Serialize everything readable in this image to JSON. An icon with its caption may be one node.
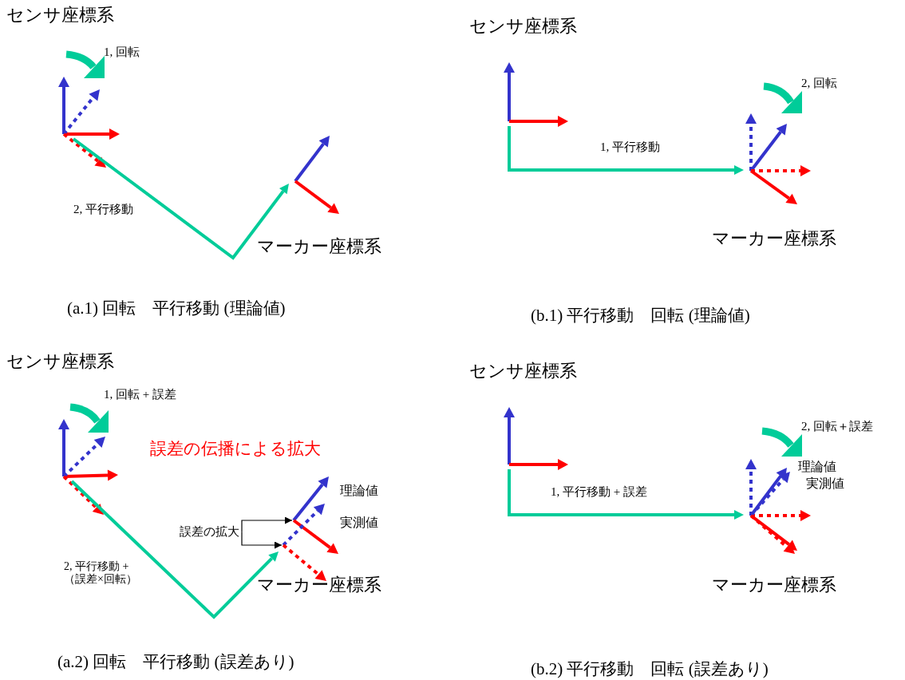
{
  "diagram": {
    "nodes": [
      {
        "text": [
          "誤差の拡大"
        ]
      },
      {
        "text": [],
        "shape": "axes"
      },
      {
        "text": [],
        "shape": "axes"
      }
    ],
    "edges": [
      {
        "from": 0,
        "to": 1,
        "arrow": "to"
      },
      {
        "from": 0,
        "to": 2,
        "arrow": "to"
      }
    ],
    "labels": [
      "センサ座標系",
      "1, 回転",
      "2, 平行移動",
      "マーカー座標系",
      "(a.1) 回転　平行移動 (理論値)",
      "センサ座標系",
      "2, 回転",
      "1, 平行移動",
      "マーカー座標系",
      "(b.1) 平行移動　回転 (理論値)",
      "センサ座標系",
      "1, 回転 + 誤差",
      "誤差の伝播による拡大",
      "理論値",
      "実測値",
      "2, 平行移動 +（誤差×回転）",
      "マーカー座標系",
      "(a.2) 回転　平行移動 (誤差あり)",
      "センサ座標系",
      "2, 回転＋誤差",
      "理論値",
      "実測値",
      "1, 平行移動 + 誤差",
      "マーカー座標系",
      "(b.2) 平行移動　回転 (誤差あり)"
    ]
  }
}
